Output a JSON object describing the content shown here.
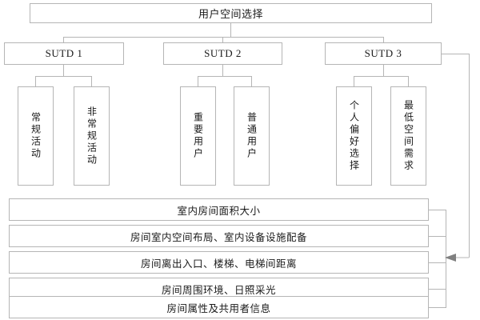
{
  "diagram": {
    "title": "用户空间选择",
    "root": {
      "label": "用户空间选择"
    },
    "level2": [
      {
        "label": "SUTD 1"
      },
      {
        "label": "SUTD 2"
      },
      {
        "label": "SUTD 3"
      }
    ],
    "level3": [
      {
        "label": "常规活动",
        "parent": "SUTD 1"
      },
      {
        "label": "非常规活动",
        "parent": "SUTD 1"
      },
      {
        "label": "重要用户",
        "parent": "SUTD 2"
      },
      {
        "label": "普通用户",
        "parent": "SUTD 2"
      },
      {
        "label": "个人偏好选择",
        "parent": "SUTD 3"
      },
      {
        "label": "最低空间需求",
        "parent": "SUTD 3"
      }
    ],
    "attributes": [
      {
        "label": "室内房间面积大小"
      },
      {
        "label": "房间室内空间布局、室内设备设施配备"
      },
      {
        "label": "房间离出入口、楼梯、电梯间距离"
      },
      {
        "label": "房间周围环境、日照采光"
      },
      {
        "label": "房间属性及共用者信息"
      }
    ],
    "colors": {
      "border": "#b5b5b5",
      "text": "#1a1a1a",
      "background": "#ffffff",
      "connector": "#b5b5b5",
      "arrow": "#808080"
    }
  }
}
